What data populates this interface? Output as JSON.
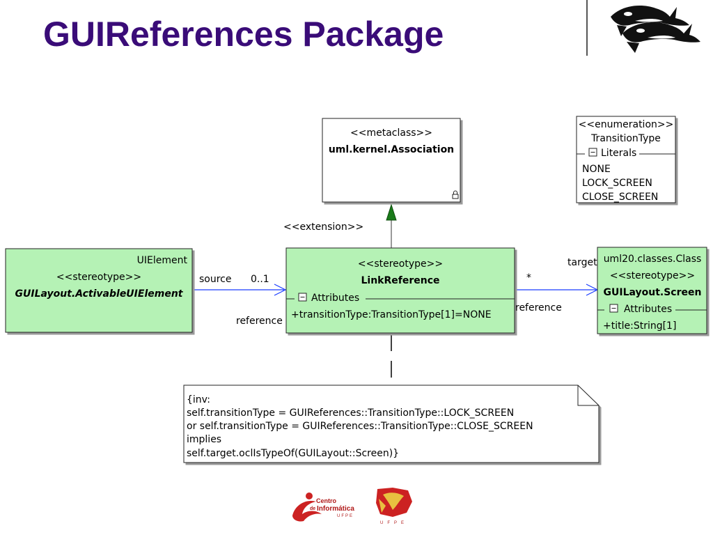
{
  "slide": {
    "title": "GUIReferences Package",
    "title_color": "#3a0c78"
  },
  "colors": {
    "stereotype_fill": "#b5f2b5",
    "metaclass_fill": "#ffffff",
    "connector_blue": "#1a3cff",
    "extension_arrow": "#1a7a1a",
    "logo_red": "#cc2222"
  },
  "diagram": {
    "metaclass": {
      "stereotype": "<<metaclass>>",
      "name": "uml.kernel.Association",
      "lock_icon": "lock-icon"
    },
    "enumeration": {
      "stereotype": "<<enumeration>>",
      "name": "TransitionType",
      "compartment": "Literals",
      "literals": [
        "NONE",
        "LOCK_SCREEN",
        "CLOSE_SCREEN"
      ]
    },
    "activable": {
      "metaclass": "UIElement",
      "stereotype": "<<stereotype>>",
      "name": "GUILayout.ActivableUIElement"
    },
    "link_reference": {
      "stereotype": "<<stereotype>>",
      "name": "LinkReference",
      "compartment": "Attributes",
      "attribute": "+transitionType:TransitionType[1]=NONE"
    },
    "screen": {
      "metaclass": "uml20.classes.Class",
      "stereotype": "<<stereotype>>",
      "name": "GUILayout.Screen",
      "compartment": "Attributes",
      "attribute": "+title:String[1]"
    },
    "labels": {
      "extension": "<<extension>>",
      "source": "source",
      "source_mult": "0..1",
      "reference_left": "reference",
      "target": "target",
      "target_mult": "*",
      "reference_right": "reference"
    },
    "note": {
      "lines": [
        "{inv:",
        "self.transitionType = GUIReferences::TransitionType::LOCK_SCREEN",
        "or self.transitionType = GUIReferences::TransitionType::CLOSE_SCREEN",
        "implies",
        "self.target.oclIsTypeOf(GUILayout::Screen)}"
      ]
    }
  },
  "footer": {
    "logo1_line1": "Centro",
    "logo1_line2": "de",
    "logo1_line3": "Informática",
    "logo1_sub": "UFPE",
    "logo2_sub": "UFPE"
  }
}
